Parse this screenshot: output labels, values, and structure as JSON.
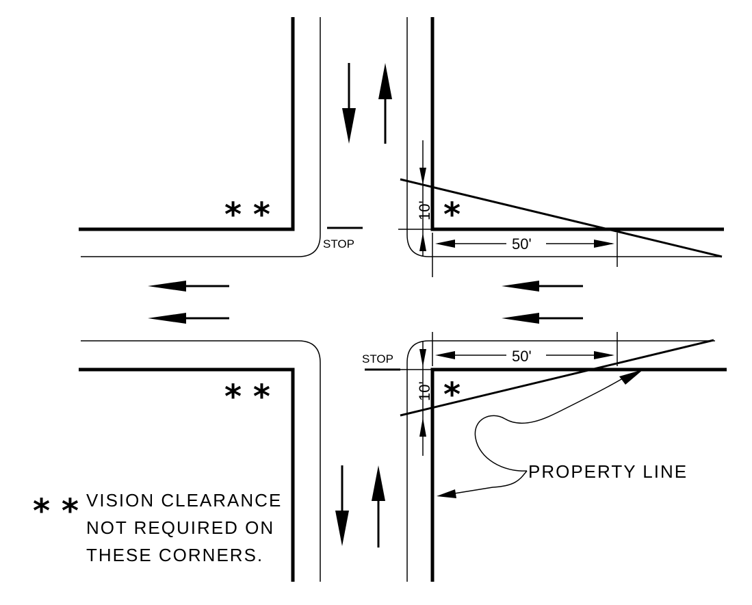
{
  "labels": {
    "stop_top": "STOP",
    "stop_bottom": "STOP",
    "dim_50_top": "50'",
    "dim_50_bottom": "50'",
    "dim_10_top": "10'",
    "dim_10_bottom": "10'",
    "property_line": "PROPERTY LINE",
    "single_star": "*",
    "double_star": "* *"
  },
  "note": {
    "marker": "* *",
    "line1": "VISION CLEARANCE",
    "line2": "NOT REQUIRED ON",
    "line3": "THESE CORNERS."
  }
}
